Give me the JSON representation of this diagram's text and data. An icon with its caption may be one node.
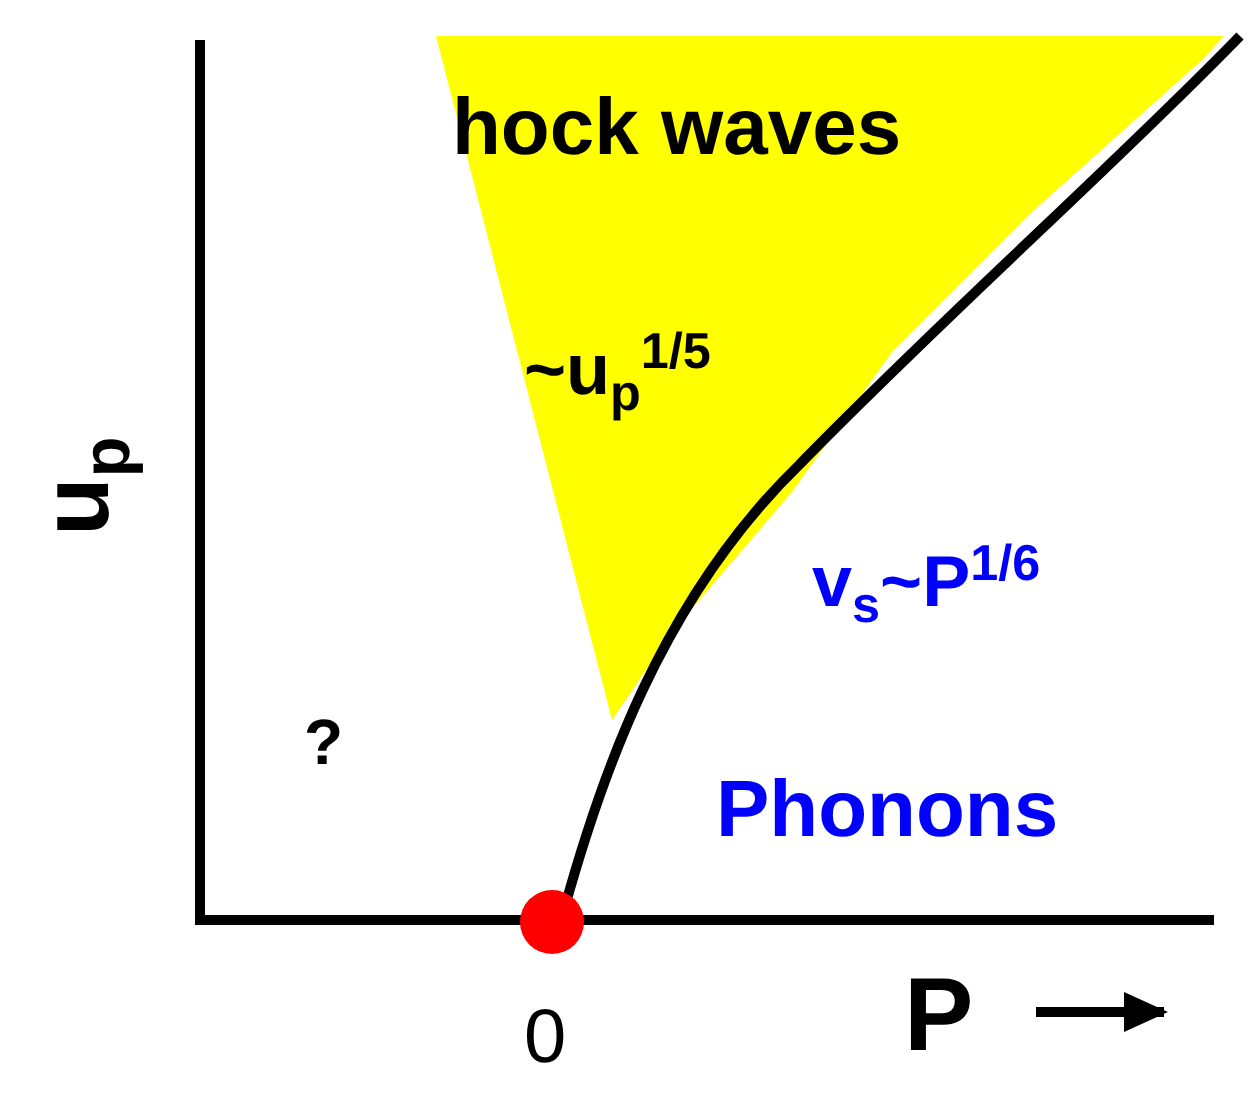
{
  "diagram": {
    "nodes": [
      {
        "text": [
          "hock waves",
          "~u$_{p}$$^{1/5}$"
        ]
      }
    ],
    "labels": [
      "u$_{p}$",
      "v$_{s}$~P$^{1/6}$",
      "?",
      "Phonons",
      "0",
      "P"
    ]
  }
}
